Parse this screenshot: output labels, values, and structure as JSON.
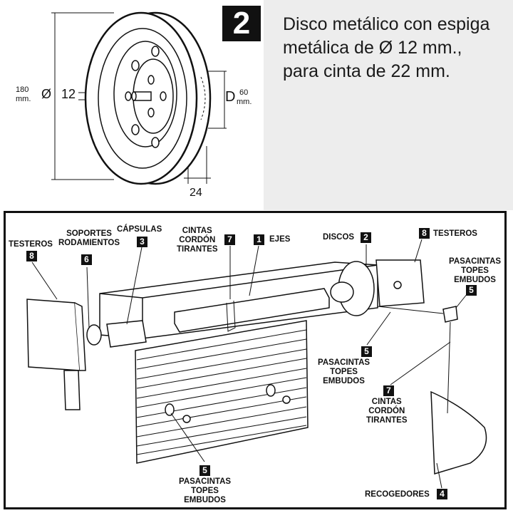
{
  "detail": {
    "badge": "2",
    "description": [
      "Disco metálico con espiga",
      "metálica de Ø 12 mm.,",
      "para cinta de 22 mm."
    ],
    "dims": {
      "outer_value": "180",
      "outer_unit": "mm.",
      "diam_symbol": "Ø",
      "axle_value": "12",
      "inner_letter": "D",
      "inner_value": "60",
      "inner_unit": "mm.",
      "width_value": "24"
    }
  },
  "labels": {
    "testeros_left": {
      "text": "TESTEROS",
      "num": "8"
    },
    "soportes": {
      "lines": [
        "SOPORTES",
        "RODAMIENTOS"
      ],
      "num": "6"
    },
    "capsulas": {
      "text": "CÁPSULAS",
      "num": "3"
    },
    "cintas_top": {
      "lines": [
        "CINTAS",
        "CORDÓN",
        "TIRANTES"
      ],
      "num": "7"
    },
    "ejes": {
      "text": "EJES",
      "num": "1"
    },
    "discos": {
      "text": "DISCOS",
      "num": "2"
    },
    "testeros_right": {
      "text": "TESTEROS",
      "num": "8"
    },
    "pasacintas_right": {
      "lines": [
        "PASACINTAS",
        "TOPES",
        "EMBUDOS"
      ],
      "num": "5"
    },
    "pasacintas_mid": {
      "lines": [
        "PASACINTAS",
        "TOPES",
        "EMBUDOS"
      ],
      "num": "5"
    },
    "cintas_right": {
      "lines": [
        "CINTAS",
        "CORDÓN",
        "TIRANTES"
      ],
      "num": "7"
    },
    "pasacintas_bottom": {
      "lines": [
        "PASACINTAS",
        "TOPES",
        "EMBUDOS"
      ],
      "num": "5"
    },
    "recogedores": {
      "text": "RECOGEDORES",
      "num": "4"
    }
  }
}
